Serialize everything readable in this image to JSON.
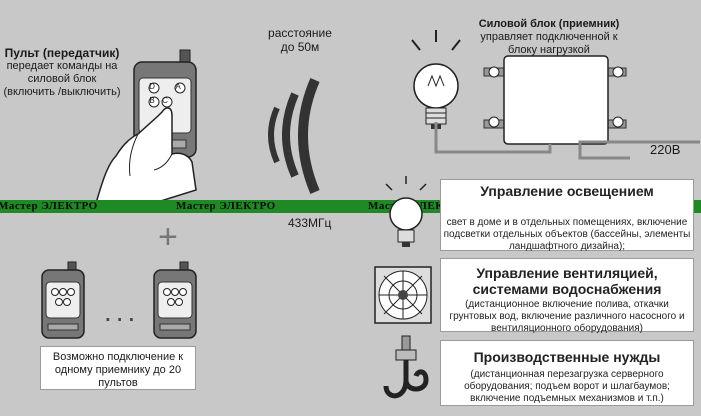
{
  "transmitter": {
    "title": "Пульт (передатчик)",
    "desc": "передает команды на силовой блок (включить /выключить)"
  },
  "distance": {
    "line1": "расстояние",
    "line2": "до 50м"
  },
  "receiver": {
    "title": "Силовой блок (приемник)",
    "desc": "управляет подключенной к блоку нагрузкой"
  },
  "voltage": "220В",
  "frequency": "433МГц",
  "watermark": "Мастер ЭЛЕКТРО",
  "plus_sign": "+",
  "ellipsis": "...",
  "remote_buttons": [
    "A",
    "B",
    "C",
    "D"
  ],
  "multi_remotes_note": "Возможно подключение к одному приемнику до 20 пультов",
  "panels": [
    {
      "title": "Управление освещением",
      "desc": "свет в доме и в отдельных помещениях, включение подсветки отдельных объектов (бассейны, элементы ландшафтного дизайна);"
    },
    {
      "title": "Управление вентиляцией, системами водоснабжения",
      "desc": "(дистанционное включение полива, откачки грунтовых вод, включение различного насосного и вентиляционного оборудования)"
    },
    {
      "title": "Производственные нужды",
      "desc": "(дистанционная перезагрузка серверного оборудования; подъем ворот и шлагбаумов; включение подъемных механизмов и т.п.)"
    }
  ],
  "colors": {
    "background": "#c8c8c8",
    "banner": "#1f8a25",
    "panel": "#ffffff"
  }
}
